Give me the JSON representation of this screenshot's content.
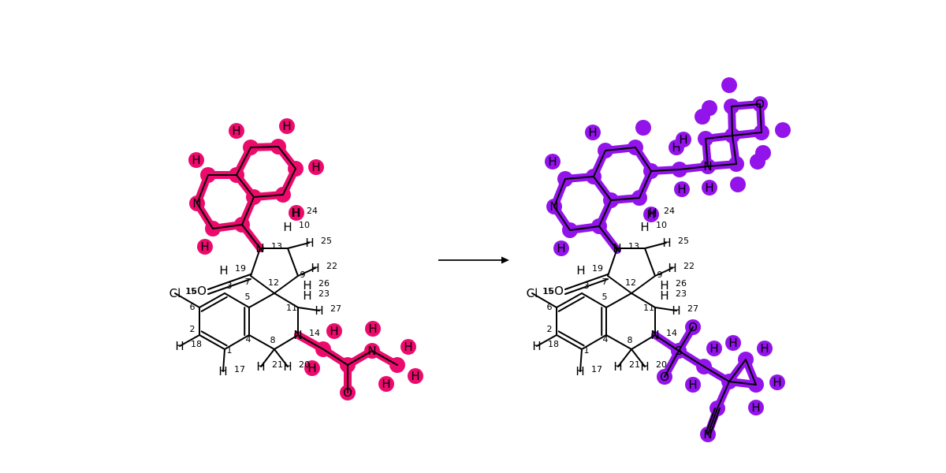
{
  "colors": {
    "left_highlight": "#ec0a6d",
    "right_highlight": "#9313eb",
    "ink": "#000000"
  },
  "reactant": {
    "atoms": [
      {
        "el": "N",
        "n": "13"
      },
      {
        "el": "H",
        "n": "25"
      },
      {
        "el": "H",
        "n": "22"
      },
      {
        "el": "H",
        "n": "27"
      },
      {
        "el": "N",
        "n": "14"
      },
      {
        "el": "O",
        "n": ""
      },
      {
        "el": "Cl",
        "n": "16"
      },
      {
        "el": "H",
        "n": "19"
      },
      {
        "el": "H",
        "n": "18"
      },
      {
        "el": "H",
        "n": "17"
      },
      {
        "el": "H",
        "n": "21"
      },
      {
        "el": "H",
        "n": "20"
      },
      {
        "el": "H",
        "n": "10"
      },
      {
        "el": "H",
        "n": "26"
      },
      {
        "el": "H",
        "n": "23"
      },
      {
        "el": "H",
        "n": "24"
      }
    ],
    "numbers": [
      "15",
      "6",
      "2",
      "1",
      "4",
      "5",
      "3",
      "7",
      "12",
      "8",
      "11",
      "9"
    ],
    "highlighted_labels": [
      "N",
      "H",
      "H",
      "H",
      "H",
      "H",
      "H",
      "H",
      "H",
      "H",
      "H",
      "N",
      "O",
      "H",
      "H",
      "H"
    ]
  },
  "product": {
    "atoms": [
      {
        "el": "N",
        "n": "13"
      },
      {
        "el": "H",
        "n": "25"
      },
      {
        "el": "H",
        "n": "22"
      },
      {
        "el": "H",
        "n": "27"
      },
      {
        "el": "N",
        "n": "14"
      },
      {
        "el": "O",
        "n": ""
      },
      {
        "el": "Cl",
        "n": "16"
      },
      {
        "el": "H",
        "n": "19"
      },
      {
        "el": "H",
        "n": "18"
      },
      {
        "el": "H",
        "n": "17"
      },
      {
        "el": "H",
        "n": "21"
      },
      {
        "el": "H",
        "n": "20"
      },
      {
        "el": "H",
        "n": "10"
      },
      {
        "el": "H",
        "n": "26"
      },
      {
        "el": "H",
        "n": "23"
      },
      {
        "el": "H",
        "n": "24"
      }
    ],
    "numbers": [
      "15",
      "6",
      "2",
      "1",
      "4",
      "5",
      "3",
      "7",
      "12",
      "8",
      "11",
      "9"
    ],
    "highlighted_labels": [
      "N",
      "H",
      "H",
      "H",
      "H",
      "H",
      "H",
      "H",
      "H",
      "H",
      "H",
      "H",
      "O",
      "H",
      "H",
      "H",
      "N",
      "S",
      "O",
      "O",
      "H",
      "H",
      "H",
      "H",
      "H",
      "H",
      "N"
    ]
  }
}
